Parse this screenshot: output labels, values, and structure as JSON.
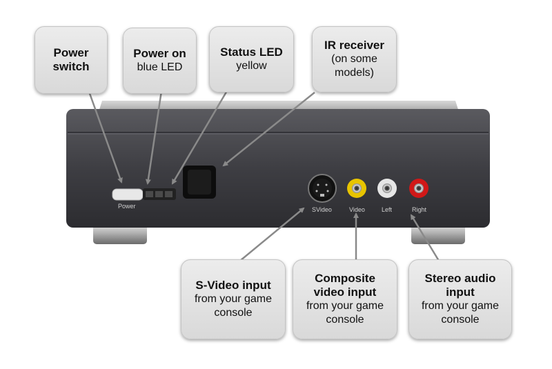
{
  "device": {
    "power_label": "Power",
    "ports": {
      "svideo": "SVideo",
      "video": "Video",
      "left": "Left",
      "right": "Right"
    }
  },
  "callouts": {
    "power_switch": {
      "title": "Power switch",
      "subtitle": ""
    },
    "power_led": {
      "title": "Power on",
      "subtitle": "blue LED"
    },
    "status_led": {
      "title": "Status LED",
      "subtitle": "yellow"
    },
    "ir_receiver": {
      "title": "IR receiver",
      "subtitle": "(on some models)"
    },
    "svideo": {
      "title": "S-Video input",
      "subtitle": "from your game console"
    },
    "composite": {
      "title": "Composite video input",
      "subtitle": "from your game console"
    },
    "stereo": {
      "title": "Stereo audio input",
      "subtitle": "from your game console"
    }
  },
  "colors": {
    "video_jack": "#e8c400",
    "left_jack": "#e6e6e6",
    "right_jack": "#d01818",
    "callout_bg": "#e2e2e2",
    "arrow": "#8a8a8a"
  }
}
